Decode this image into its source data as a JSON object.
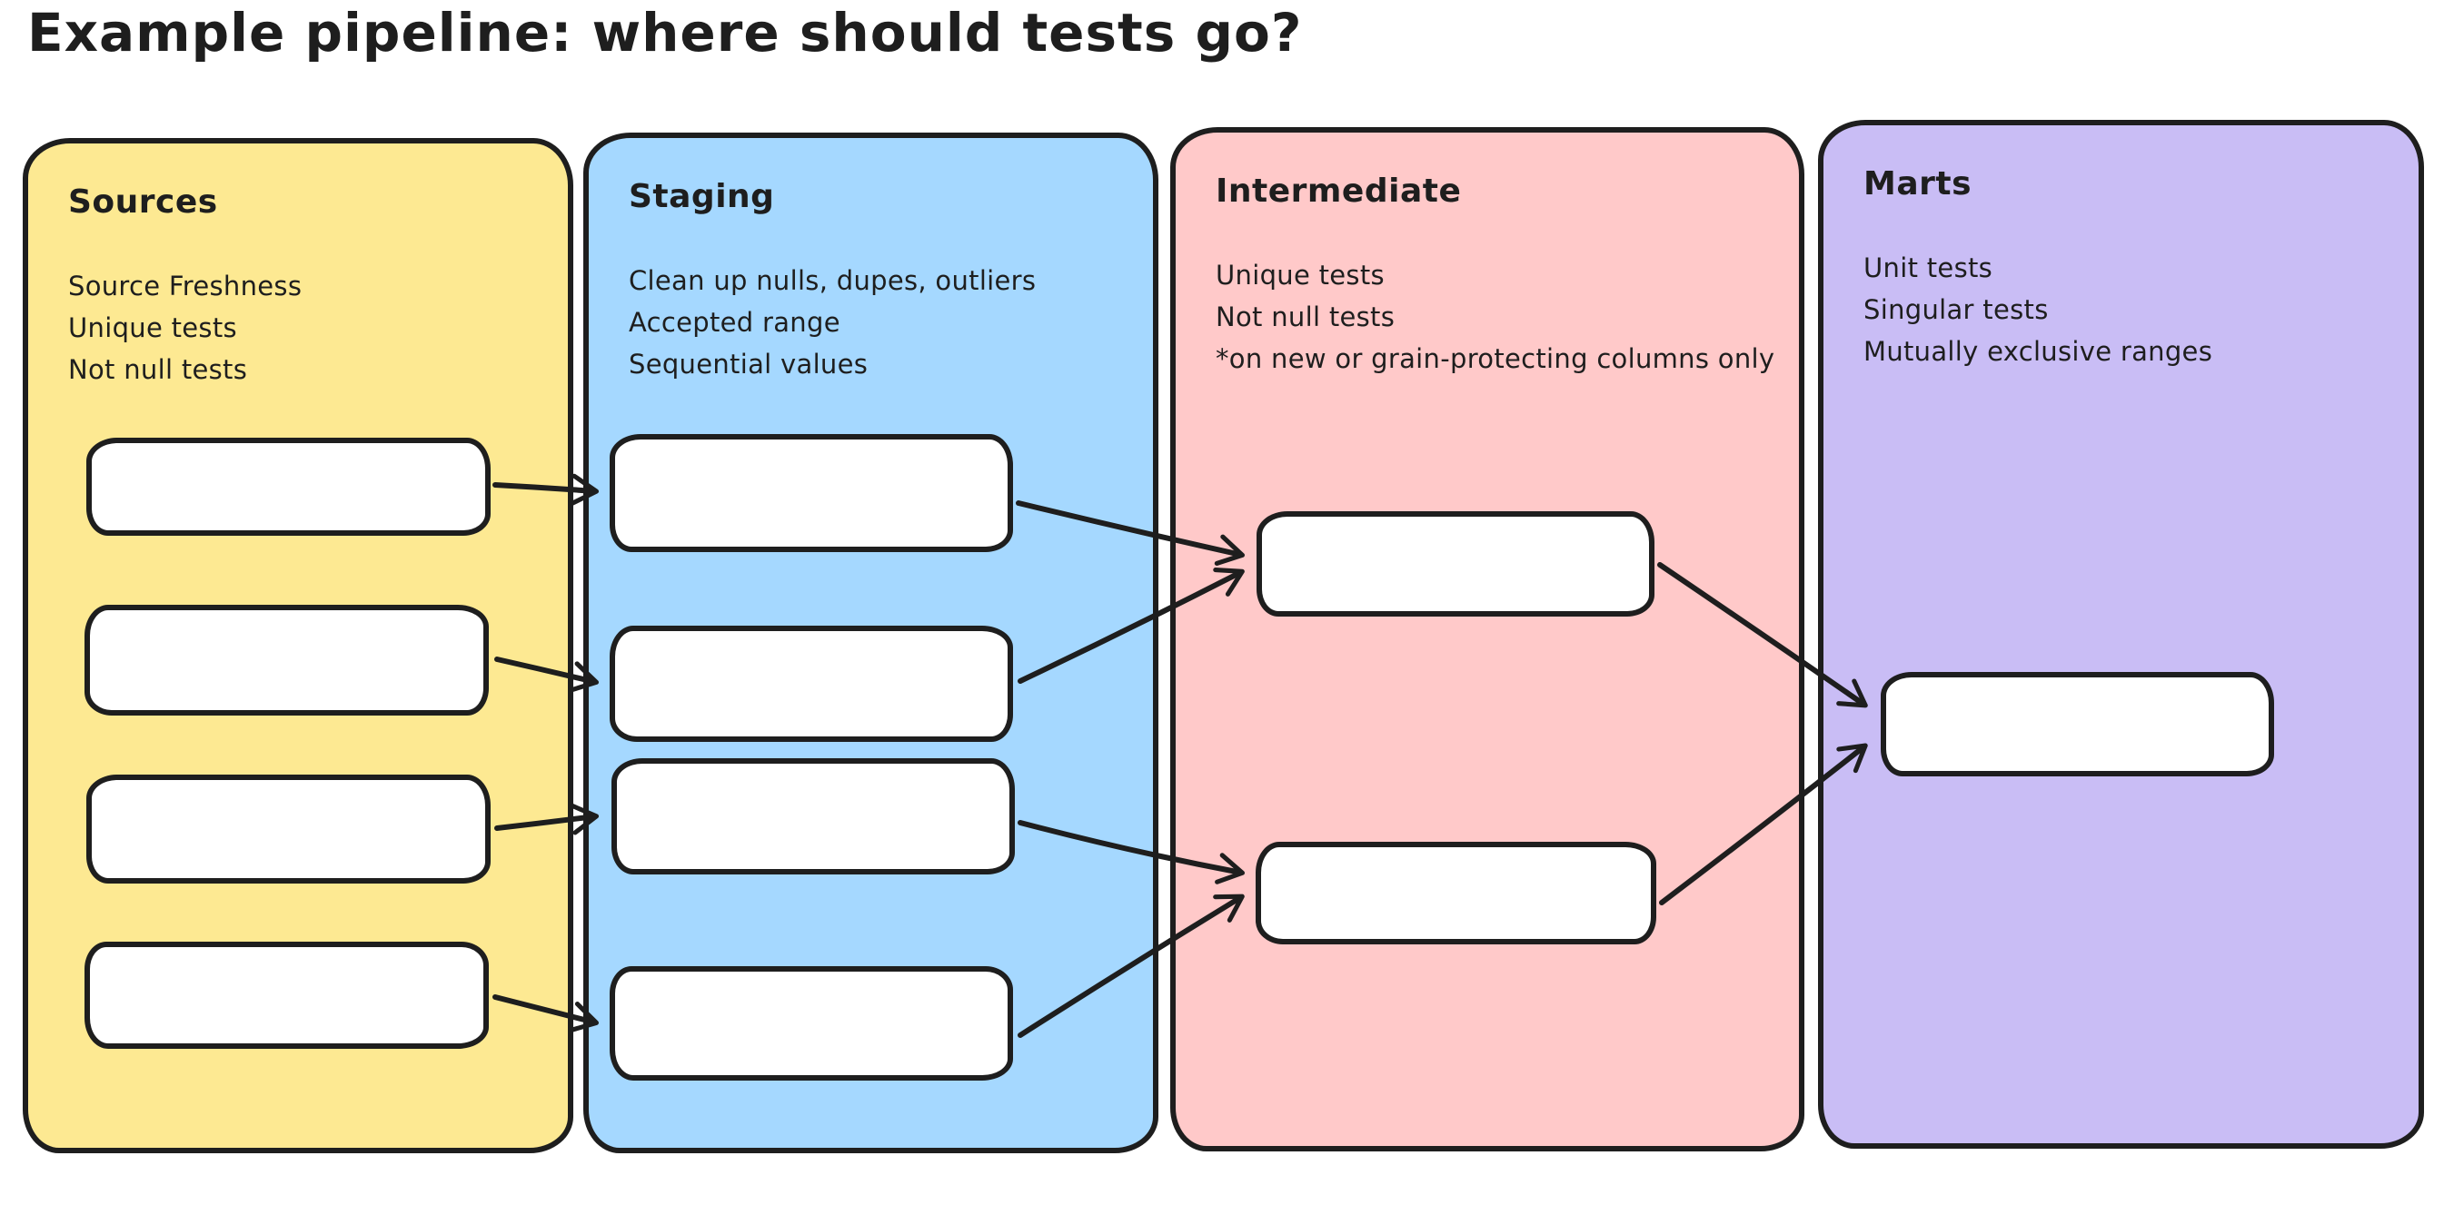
{
  "title": "Example pipeline: where should tests go?",
  "columns": [
    {
      "id": "sources",
      "title": "Sources",
      "fill": "#fde992",
      "notes": [
        "Source Freshness",
        "Unique tests",
        "Not null tests"
      ],
      "box_count": 4
    },
    {
      "id": "staging",
      "title": "Staging",
      "fill": "#a5d8ff",
      "notes": [
        "Clean up nulls, dupes, outliers",
        "Accepted range",
        "Sequential values"
      ],
      "box_count": 4
    },
    {
      "id": "intermediate",
      "title": "Intermediate",
      "fill": "#ffc9c9",
      "notes": [
        "Unique tests",
        "Not null tests",
        "*on new or grain-protecting columns only"
      ],
      "box_count": 2
    },
    {
      "id": "marts",
      "title": "Marts",
      "fill": "#c9bdf5",
      "notes": [
        "Unit tests",
        "Singular tests",
        "Mutually exclusive ranges"
      ],
      "box_count": 1
    }
  ],
  "connections": [
    {
      "from": "sources-box-1",
      "to": "staging-box-1"
    },
    {
      "from": "sources-box-2",
      "to": "staging-box-2"
    },
    {
      "from": "sources-box-3",
      "to": "staging-box-3"
    },
    {
      "from": "sources-box-4",
      "to": "staging-box-4"
    },
    {
      "from": "staging-box-1",
      "to": "intermediate-box-1"
    },
    {
      "from": "staging-box-2",
      "to": "intermediate-box-1"
    },
    {
      "from": "staging-box-3",
      "to": "intermediate-box-2"
    },
    {
      "from": "staging-box-4",
      "to": "intermediate-box-2"
    },
    {
      "from": "intermediate-box-1",
      "to": "marts-box-1"
    },
    {
      "from": "intermediate-box-2",
      "to": "marts-box-1"
    }
  ],
  "colors": {
    "stroke": "#1e1e1e",
    "box_fill": "#ffffff",
    "background": "#ffffff"
  }
}
